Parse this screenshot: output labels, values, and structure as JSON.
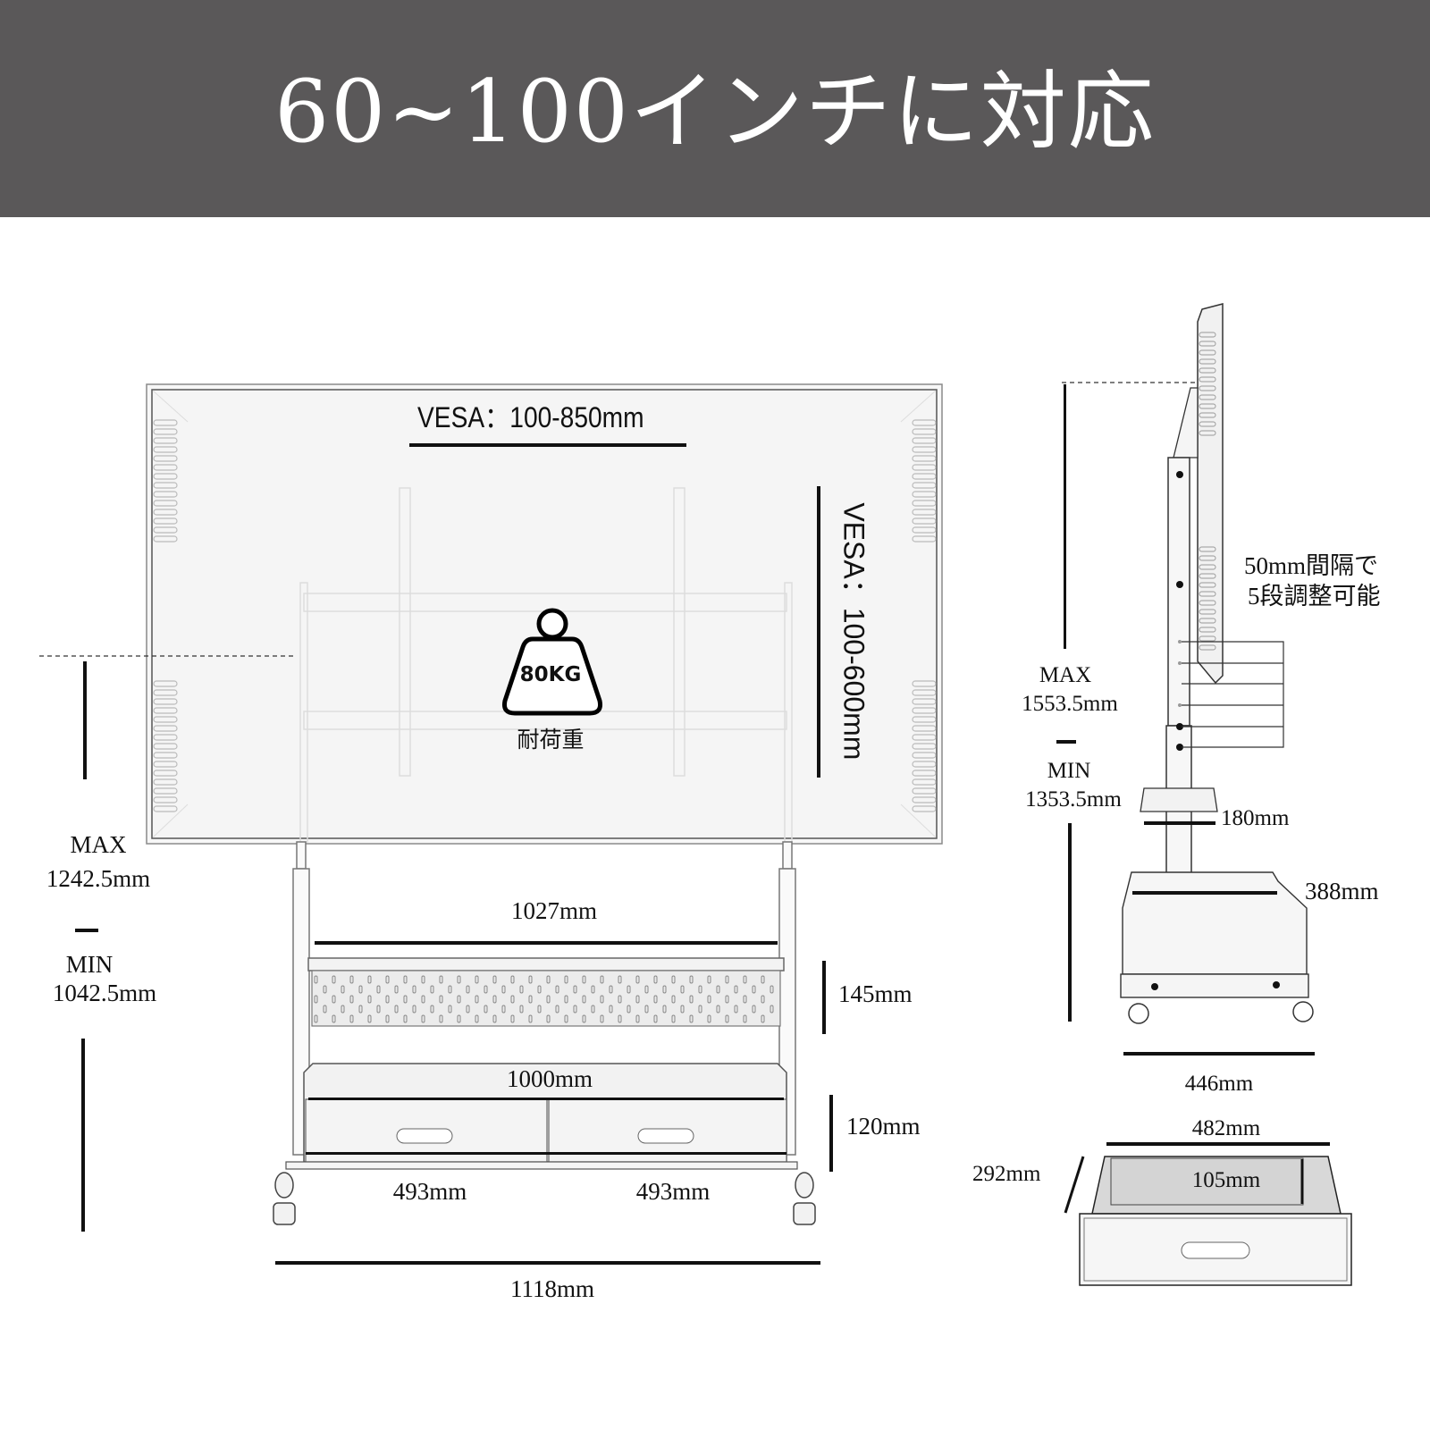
{
  "banner": {
    "title": "60~100インチに対応",
    "background": "#5a5859",
    "text_color": "#ffffff"
  },
  "front_view": {
    "vesa_horizontal": "VESA：100-850mm",
    "vesa_vertical": "VESA：100-600mm",
    "load_icon": "weight-icon",
    "load_value": "80KG",
    "load_label": "耐荷重",
    "height_max_label": "MAX",
    "height_max_value": "1242.5mm",
    "height_separator": "—",
    "height_min_label": "MIN",
    "height_min_value": "1042.5mm",
    "shelf_width": "1027mm",
    "shelf_height": "145mm",
    "cabinet_width": "1000mm",
    "cabinet_height": "120mm",
    "drawer_left_width": "493mm",
    "drawer_right_width": "493mm",
    "total_width": "1118mm"
  },
  "side_view": {
    "adjust_note_line1": "50mm間隔で",
    "adjust_note_line2": "5段調整可能",
    "height_max_label": "MAX",
    "height_max_value": "1553.5mm",
    "height_min_label": "MIN",
    "height_min_value": "1353.5mm",
    "shelf_depth": "180mm",
    "cabinet_depth": "388mm",
    "base_depth": "446mm"
  },
  "drawer_detail": {
    "width": "482mm",
    "depth": "292mm",
    "height": "105mm"
  }
}
